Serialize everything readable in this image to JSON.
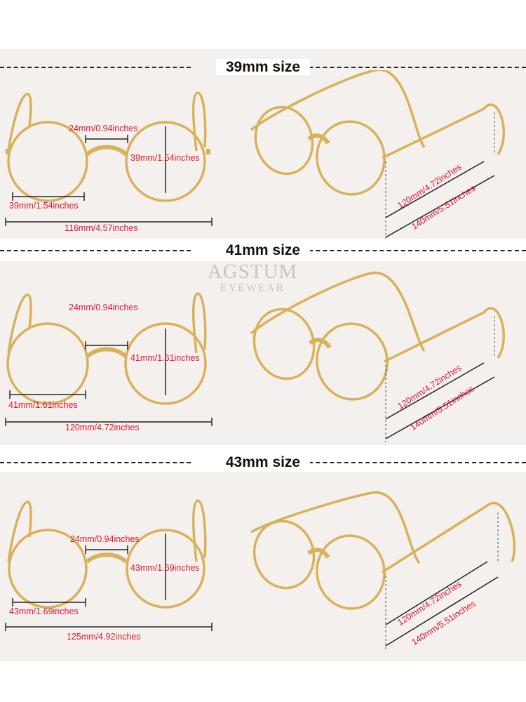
{
  "brand": {
    "name": "AGSTUM",
    "tagline": "EYEWEAR"
  },
  "sections": [
    {
      "title": "39mm size",
      "bridge": "24mm/0.94inches",
      "lens_height": "39mm/1.54inches",
      "lens_width": "39mm/1.54inches",
      "total_width": "116mm/4.57inches",
      "temple_short": "120mm/4.72inches",
      "temple_long": "140mm/5.51inches"
    },
    {
      "title": "41mm size",
      "bridge": "24mm/0.94inches",
      "lens_height": "41mm/1.61inches",
      "lens_width": "41mm/1.61inches",
      "total_width": "120mm/4.72inches",
      "temple_short": "120mm/4.72inches",
      "temple_long": "140mm/5.51inches"
    },
    {
      "title": "43mm size",
      "bridge": "24mm/0.94inches",
      "lens_height": "43mm/1.69inches",
      "lens_width": "43mm/1.69inches",
      "total_width": "125mm/4.92inches",
      "temple_short": "120mm/4.72inches",
      "temple_long": "140mm/5.51inches"
    }
  ],
  "colors": {
    "gold": "#d8b25a",
    "measure_text": "#e0162b",
    "band": "#f4f0ee"
  }
}
